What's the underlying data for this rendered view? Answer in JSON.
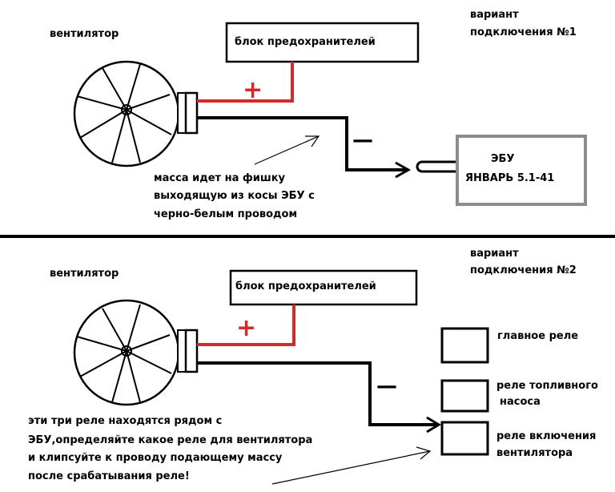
{
  "colors": {
    "positive_wire": "#d42a2a",
    "wire": "#000000",
    "ecu_border": "#8c8c8c"
  },
  "variant1": {
    "fan_label": "вентилятор",
    "fuse_block_label": "блок предохранителей",
    "plus_sign": "+",
    "minus_sign": "—",
    "variant_line1": "вариант",
    "variant_line2": "подключения №1",
    "ecu_line1": "ЭБУ",
    "ecu_line2": "ЯНВАРЬ 5.1-41",
    "note_line1": "масса идет на фишку",
    "note_line2": "выходящую из косы ЭБУ с",
    "note_line3": "черно-белым проводом"
  },
  "variant2": {
    "fan_label": "вентилятор",
    "fuse_block_label": "блок предохранителей",
    "plus_sign": "+",
    "minus_sign": "—",
    "variant_line1": "вариант",
    "variant_line2": "подключения №2",
    "relay_main": "главное реле",
    "relay_fuel_line1": "реле топливного",
    "relay_fuel_line2": "насоса",
    "relay_fan_line1": "реле включения",
    "relay_fan_line2": "вентилятора",
    "note_line1": "эти три реле находятся рядом с",
    "note_line2": "ЭБУ,определяйте какое реле для вентилятора",
    "note_line3": "и клипсуйте к проводу подающему массу",
    "note_line4": "после срабатывания реле!"
  }
}
